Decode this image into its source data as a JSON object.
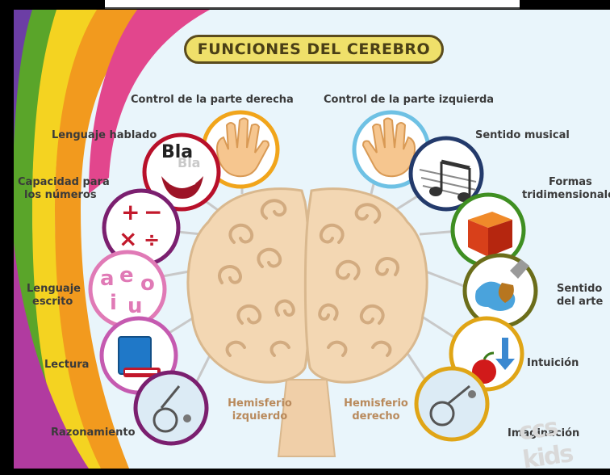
{
  "title": "FUNCIONES DEL CEREBRO",
  "labels": {
    "control_derecha": "Control de la parte derecha",
    "control_izquierda": "Control de la parte izquierda",
    "lenguaje_hablado": "Lenguaje hablado",
    "sentido_musical": "Sentido musical",
    "capacidad_line1": "Capacidad para",
    "capacidad_line2": "los números",
    "formas_line1": "Formas",
    "formas_line2": "tridimensionale",
    "lenguaje_escrito_line1": "Lenguaje",
    "lenguaje_escrito_line2": "escrito",
    "sentido_arte_line1": "Sentido",
    "sentido_arte_line2": "del arte",
    "lectura": "Lectura",
    "intuicion": "Intuición",
    "razonamiento": "Razonamiento",
    "imaginacion": "Imaginación"
  },
  "hemispheres": {
    "left_line1": "Hemisferio",
    "left_line2": "izquierdo",
    "right_line1": "Hemisferio",
    "right_line2": "derecho"
  },
  "icon_text": {
    "bla": "Bla",
    "bla_shadow": "Bla",
    "vowels_a": "a",
    "vowels_e": "e",
    "vowels_o": "o",
    "vowels_i": "i",
    "vowels_u": "u"
  },
  "logo": "ccs kids",
  "colors": {
    "background": "#e9f5fb",
    "brain": "#f3d7b3",
    "brain_outline": "#d9b88e",
    "swirl": "#d5b08a",
    "title_bg": "#efe06a",
    "ring_red": "#b8102a",
    "ring_orange": "#f1a51b",
    "ring_purple": "#7b1f6f",
    "ring_pink": "#e07ab6",
    "ring_blue": "#2b8fd6",
    "ring_navy": "#233a6b",
    "ring_green": "#3f8f22",
    "ring_olive": "#6b6d1a",
    "ring_gold": "#e0a516"
  }
}
